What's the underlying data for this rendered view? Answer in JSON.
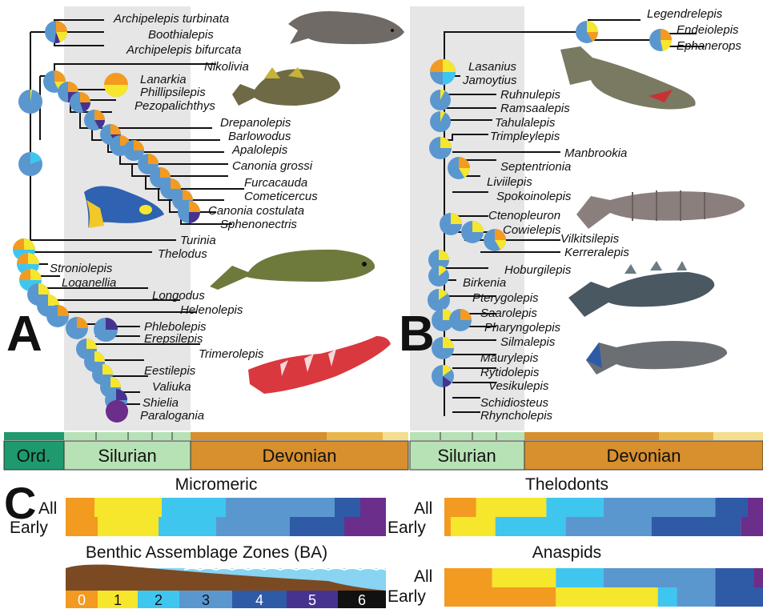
{
  "colors": {
    "zone": [
      "#f39a20",
      "#f6e62c",
      "#3fc6ef",
      "#5b97cf",
      "#2e5aa6",
      "#46338f",
      "#6b2e8b"
    ],
    "timescale_ord": "#1e9a6e",
    "timescale_sil": "#b7e2b5",
    "timescale_dev": "#d88f2d",
    "shade": "#e6e6e6",
    "sea": "#88d4f2",
    "seafloor": "#7b4a22"
  },
  "panel_a": {
    "letter": "A",
    "taxa": [
      "Archipelepis turbinata",
      "Boothialepis",
      "Archipelepis bifurcata",
      "Nikolivia",
      "Lanarkia",
      "Phillipsilepis",
      "Pezopalichthys",
      "Drepanolepis",
      "Barlowodus",
      "Apalolepis",
      "Canonia grossi",
      "Furcacauda",
      "Cometicercus",
      "Canonia costulata",
      "Sphenonectris",
      "Turinia",
      "Thelodus",
      "Stroniolepis",
      "Loganellia",
      "Longodus",
      "Helenolepis",
      "Phlebolepis",
      "Erepsilepis",
      "Trimerolepis",
      "Eestilepis",
      "Valiuka",
      "Shielia",
      "Paralogania"
    ]
  },
  "panel_b": {
    "letter": "B",
    "taxa": [
      "Legendrelepis",
      "Endeiolepis",
      "Ephanerops",
      "Lasanius",
      "Jamoytius",
      "Ruhnulepis",
      "Ramsaalepis",
      "Tahulalepis",
      "Trimpleylepis",
      "Manbrookia",
      "Septentrionia",
      "Liviilepis",
      "Spokoinolepis",
      "Ctenopleuron",
      "Cowielepis",
      "Vilkitsilepis",
      "Kerreralepis",
      "Hoburgilepis",
      "Birkenia",
      "Pterygolepis",
      "Saarolepis",
      "Pharyngolepis",
      "Silmalepis",
      "Maurylepis",
      "Rytidolepis",
      "Vesikulepis",
      "Schidiosteus",
      "Rhyncholepis"
    ]
  },
  "timescale": {
    "ordovician": "Ord.",
    "silurian": "Silurian",
    "devonian": "Devonian"
  },
  "panel_c": {
    "letter": "C",
    "micromeric_title": "Micromeric",
    "thelodonts_title": "Thelodonts",
    "anaspids_title": "Anaspids",
    "ba_title": "Benthic Assemblage Zones (BA)",
    "row_all": "All",
    "row_early": "Early",
    "ba_zones": [
      "0",
      "1",
      "2",
      "3",
      "4",
      "5",
      "6"
    ],
    "micromeric": {
      "all": [
        0.09,
        0.21,
        0.2,
        0.34,
        0.08,
        0.08
      ],
      "early": [
        0.1,
        0.19,
        0.18,
        0.23,
        0.17,
        0.13
      ]
    },
    "thelodonts": {
      "all": [
        0.1,
        0.22,
        0.18,
        0.35,
        0.1,
        0.05
      ],
      "early": [
        0.02,
        0.14,
        0.22,
        0.27,
        0.28,
        0.07
      ]
    },
    "anaspids": {
      "all": [
        0.15,
        0.2,
        0.15,
        0.35,
        0.12,
        0.03
      ],
      "early": [
        0.35,
        0.32,
        0.06,
        0.12,
        0.15,
        0.0
      ]
    }
  }
}
